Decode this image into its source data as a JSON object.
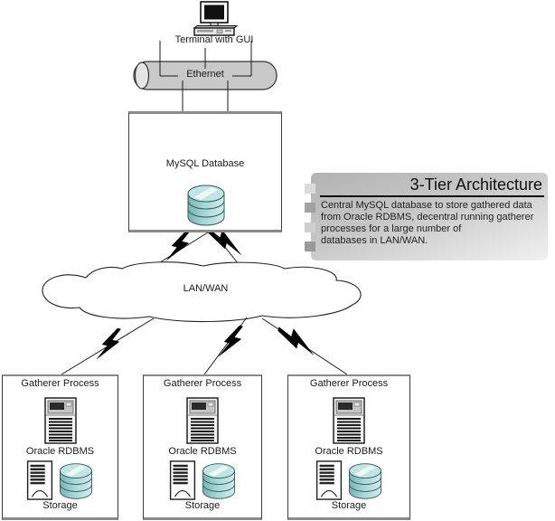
{
  "diagram": {
    "terminal": {
      "label": "Terminal with GUI"
    },
    "ethernet": {
      "label": "Ethernet"
    },
    "mysql_box": {
      "label": "MySQL Database"
    },
    "cloud": {
      "label": "LAN/WAN"
    },
    "gatherers": [
      {
        "title": "Gatherer Process",
        "db_label": "Oracle RDBMS",
        "storage_label": "Storage"
      },
      {
        "title": "Gatherer Process",
        "db_label": "Oracle RDBMS",
        "storage_label": "Storage"
      },
      {
        "title": "Gatherer Process",
        "db_label": "Oracle RDBMS",
        "storage_label": "Storage"
      }
    ],
    "infobox": {
      "title": "3-Tier Architecture",
      "lines": [
        "Central MySQL database to store gathered data",
        "from Oracle RDBMS, decentral  running gatherer",
        "processes for a large number of",
        "databases in LAN/WAN."
      ]
    },
    "colors": {
      "pipe_gray": "#c9c9c9",
      "cylinder_teal": "#a7d6d6",
      "infobox_gray": "#bdbdbd",
      "line_black": "#1a1a1a"
    }
  }
}
